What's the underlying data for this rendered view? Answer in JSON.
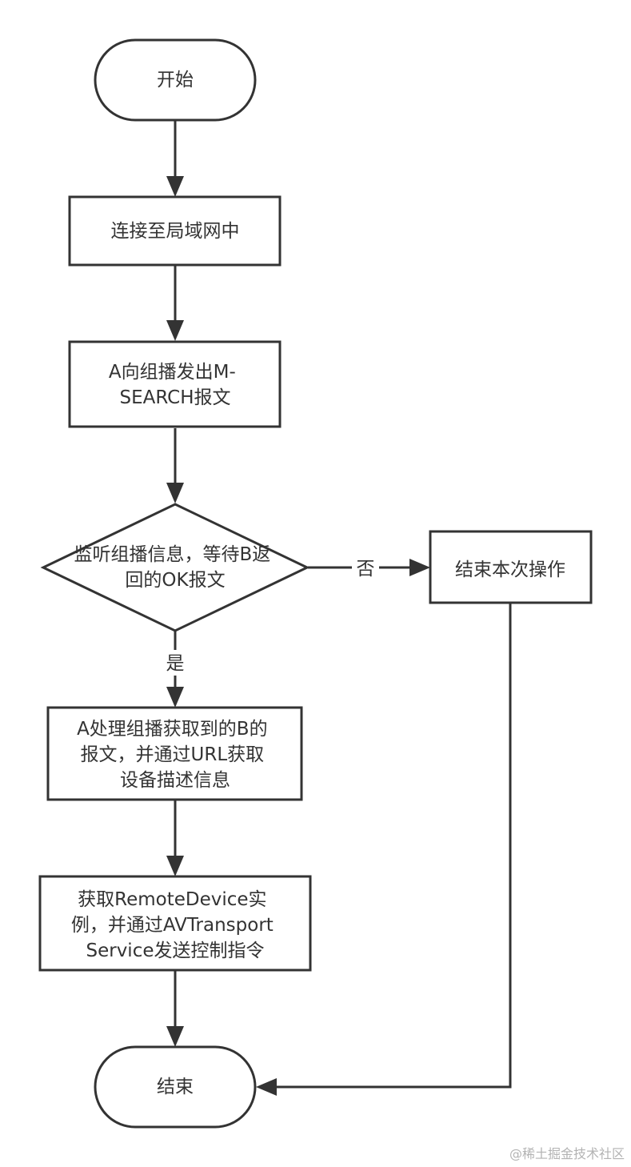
{
  "diagram": {
    "type": "flowchart",
    "nodes": {
      "start": {
        "shape": "terminator",
        "lines": [
          "开始"
        ]
      },
      "connect": {
        "shape": "process",
        "lines": [
          "连接至局域网中"
        ]
      },
      "multicast": {
        "shape": "process",
        "lines": [
          "A向组播发出M-",
          "SEARCH报文"
        ]
      },
      "listen": {
        "shape": "decision",
        "lines": [
          "监听组播信息，等待B返",
          "回的OK报文"
        ]
      },
      "end_op": {
        "shape": "process",
        "lines": [
          "结束本次操作"
        ]
      },
      "process_b": {
        "shape": "process",
        "lines": [
          "A处理组播获取到的B的",
          "报文，并通过URL获取",
          "设备描述信息"
        ]
      },
      "control": {
        "shape": "process",
        "lines": [
          "获取RemoteDevice实",
          "例，并通过AVTransport",
          "Service发送控制指令"
        ]
      },
      "end": {
        "shape": "terminator",
        "lines": [
          "结束"
        ]
      }
    },
    "edges": {
      "no_label": "否",
      "yes_label": "是"
    }
  },
  "watermark": "@稀土掘金技术社区",
  "colors": {
    "stroke": "#333333",
    "background": "#ffffff",
    "watermark": "#b3b3b3"
  }
}
